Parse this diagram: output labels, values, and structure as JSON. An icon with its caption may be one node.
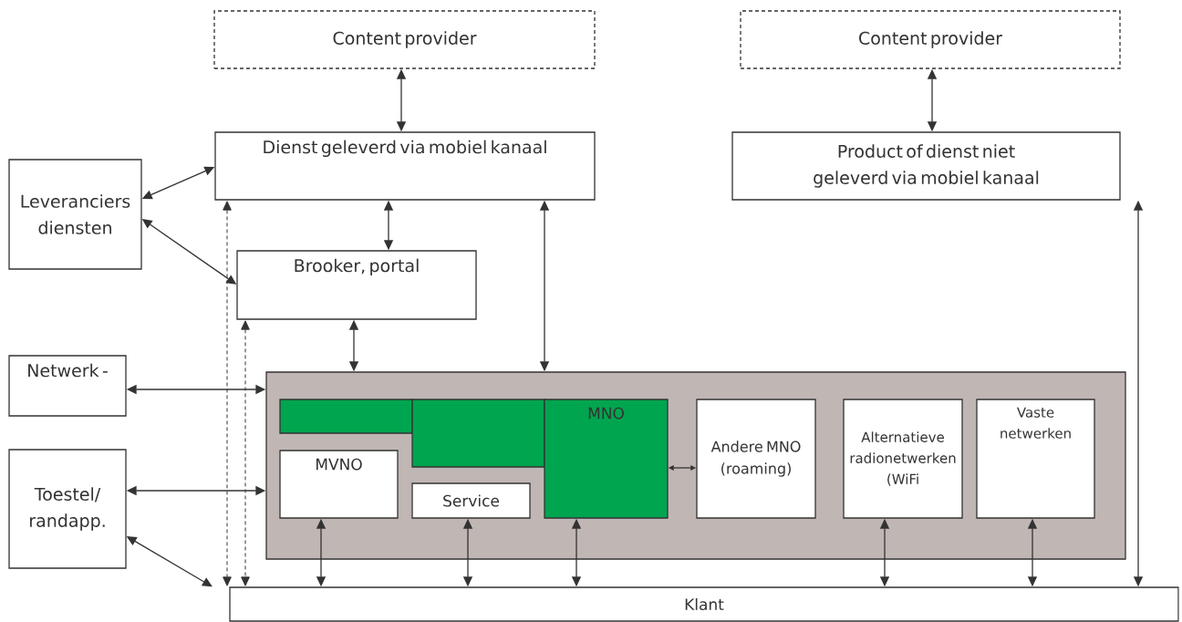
{
  "diagram": {
    "nodes": [
      {
        "text": [
          "Content provider"
        ]
      },
      {
        "text": [
          "Content provider"
        ]
      },
      {
        "text": [
          "Dienst geleverd via mobiel kanaal"
        ]
      },
      {
        "text": [
          "Product of dienst niet geleverd via mobiel kanaal"
        ]
      },
      {
        "text": [
          "Leveranciers diensten"
        ]
      },
      {
        "text": [
          "Brooker, portal"
        ]
      },
      {
        "text": [
          "Netwerk -"
        ]
      },
      {
        "text": [
          "Toestel/ randapp."
        ]
      },
      {
        "text": [],
        "shape": "box"
      },
      {
        "text": [],
        "shape": "box",
        "in": 8
      },
      {
        "text": [],
        "shape": "box",
        "in": 8
      },
      {
        "text": [
          "MNO"
        ],
        "in": 8
      },
      {
        "text": [
          "Andere MNO (roaming)"
        ],
        "in": 8
      },
      {
        "text": [
          "Alternatieve radionetwerken (WiFi"
        ],
        "in": 8
      },
      {
        "text": [
          "Vaste netwerken"
        ],
        "in": 8
      },
      {
        "text": [
          "MVNO"
        ],
        "in": 8
      },
      {
        "text": [
          "Service"
        ],
        "in": 8
      },
      {
        "text": [
          "Klant"
        ]
      }
    ],
    "edges": [
      {
        "from": 0,
        "to": 2,
        "arrow": "both"
      },
      {
        "from": 1,
        "to": 3,
        "arrow": "both"
      },
      {
        "from": 4,
        "to": 2,
        "arrow": "both"
      },
      {
        "from": 4,
        "to": 5,
        "arrow": "both"
      },
      {
        "from": 2,
        "to": 5,
        "arrow": "both"
      },
      {
        "from": 5,
        "to": 8,
        "arrow": "both"
      },
      {
        "from": 2,
        "to": 8,
        "arrow": "both"
      },
      {
        "from": 6,
        "to": 8,
        "arrow": "both"
      },
      {
        "from": 7,
        "to": 8,
        "arrow": "both"
      },
      {
        "from": 7,
        "to": 17,
        "arrow": "both"
      },
      {
        "from": 2,
        "to": 17,
        "arrow": "both",
        "style": "dashed"
      },
      {
        "from": 5,
        "to": 17,
        "arrow": "both",
        "style": "dashed"
      },
      {
        "from": 15,
        "to": 17,
        "arrow": "both"
      },
      {
        "from": 16,
        "to": 17,
        "arrow": "both"
      },
      {
        "from": 11,
        "to": 17,
        "arrow": "both"
      },
      {
        "from": 11,
        "to": 12,
        "arrow": "both"
      },
      {
        "from": 13,
        "to": 17,
        "arrow": "both"
      },
      {
        "from": 14,
        "to": 17,
        "arrow": "both"
      },
      {
        "from": 3,
        "to": 17,
        "arrow": "both"
      }
    ]
  }
}
